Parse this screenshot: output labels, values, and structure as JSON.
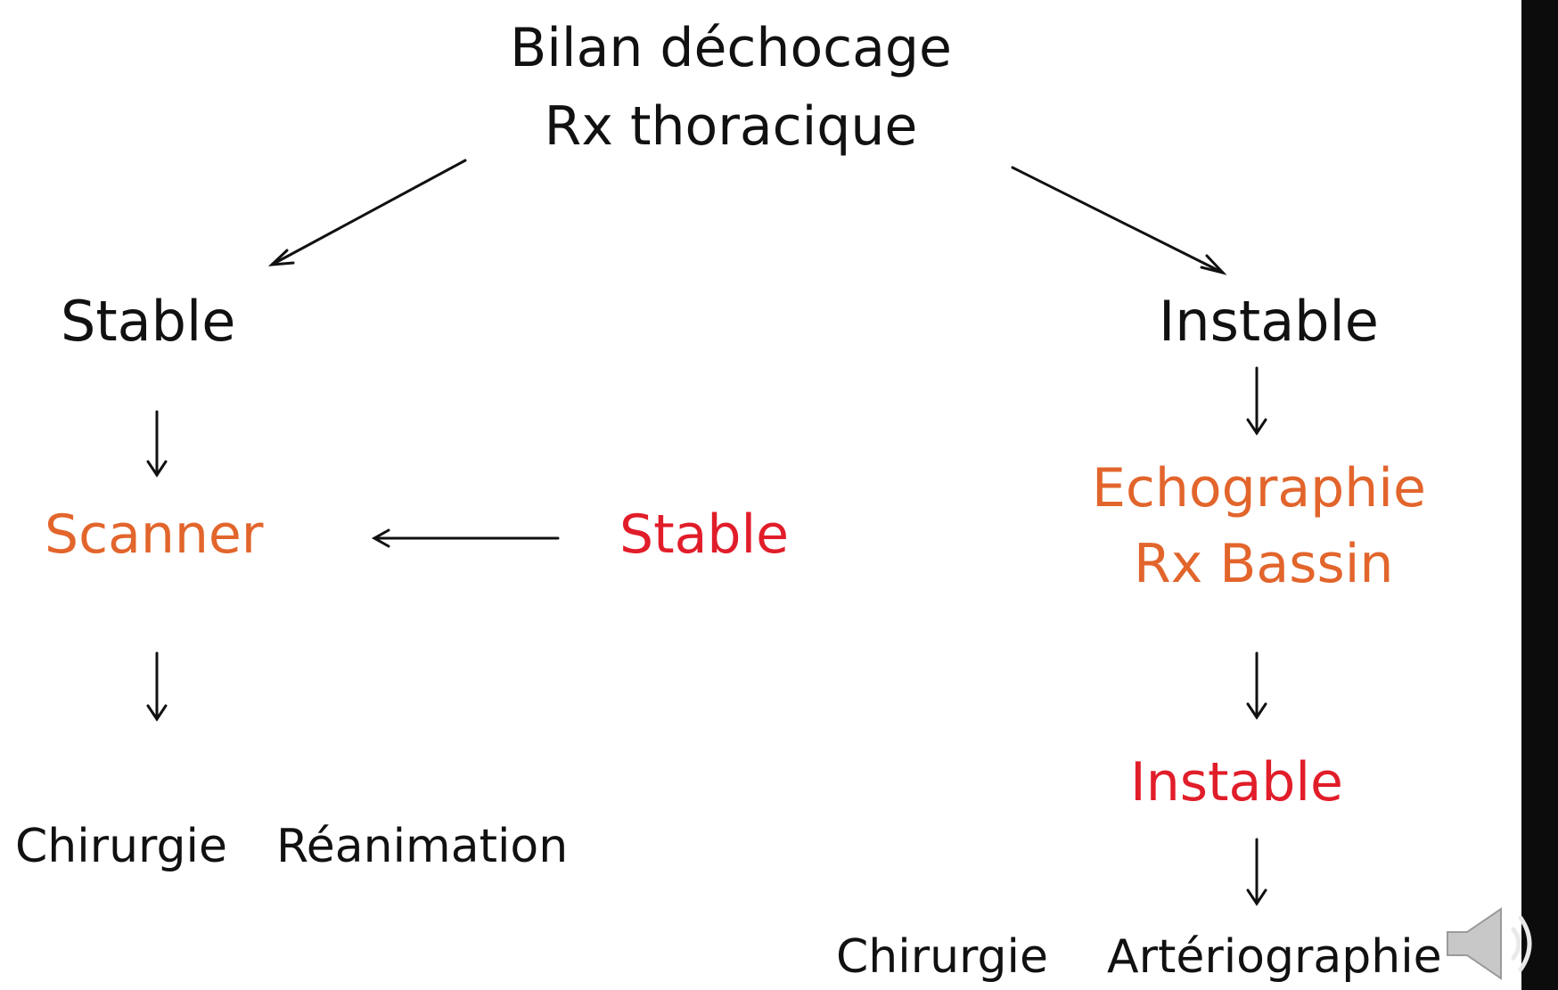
{
  "title": {
    "line1": "Bilan déchocage",
    "line2": "Rx thoracique"
  },
  "left": {
    "state": "Stable",
    "exam": "Scanner",
    "outcome_1": "Chirurgie",
    "outcome_2": "Réanimation"
  },
  "middle": {
    "state": "Stable"
  },
  "right": {
    "state": "Instable",
    "exam_line1": "Echographie",
    "exam_line2": "Rx Bassin",
    "state_2": "Instable",
    "outcome_1": "Chirurgie",
    "outcome_2": "Artériographie"
  },
  "colors": {
    "text": "#111111",
    "exam": "#e2652c",
    "alert": "#e11d2a",
    "sidebar": "#0c0c0c"
  },
  "icons": {
    "speaker": "speaker-icon"
  }
}
